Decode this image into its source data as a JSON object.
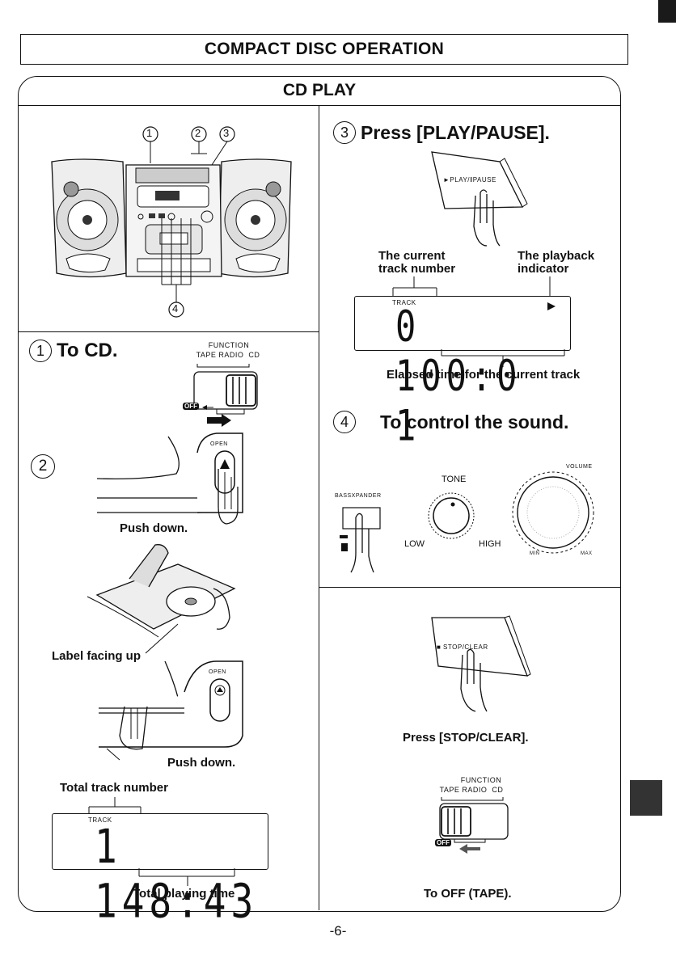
{
  "header": {
    "title": "COMPACT DISC OPERATION"
  },
  "section": {
    "title": "CD PLAY"
  },
  "device_callouts": {
    "c1": "1",
    "c2": "2",
    "c3": "3",
    "c4": "4"
  },
  "step1": {
    "num": "1",
    "title": "To CD.",
    "function_label": "FUNCTION",
    "switch_labels": "TAPE RADIO  CD",
    "off_label": "OFF"
  },
  "step2": {
    "num": "2",
    "open_label": "OPEN",
    "push_down_1": "Push down.",
    "label_facing_up": "Label facing up",
    "push_down_2": "Push down.",
    "total_track_number": "Total track number",
    "track_tag": "TRACK",
    "display_digits": "1 148:43",
    "total_playing_time": "Total playing time"
  },
  "step3": {
    "num": "3",
    "title": "Press [PLAY/PAUSE].",
    "button_label": "►PLAY/‖PAUSE",
    "current_track_label": "The current\ntrack number",
    "playback_indicator_label": "The playback\nindicator",
    "track_tag": "TRACK",
    "display_digits": "0 100:0 1",
    "elapsed_label": "Elapsed time for the current track"
  },
  "step4": {
    "num": "4",
    "title": "To control the sound.",
    "bassxpander_label": "BASSXPANDER",
    "tone_label": "TONE",
    "low_label": "LOW",
    "high_label": "HIGH",
    "volume_label": "VOLUME",
    "min_label": "MIN",
    "max_label": "MAX"
  },
  "stop": {
    "button_label": "■ STOP/CLEAR",
    "caption": "Press [STOP/CLEAR].",
    "function_label": "FUNCTION",
    "switch_labels": "TAPE RADIO  CD",
    "off_label": "OFF",
    "off_caption": "To OFF (TAPE)."
  },
  "footer": {
    "page_number": "-6-"
  }
}
